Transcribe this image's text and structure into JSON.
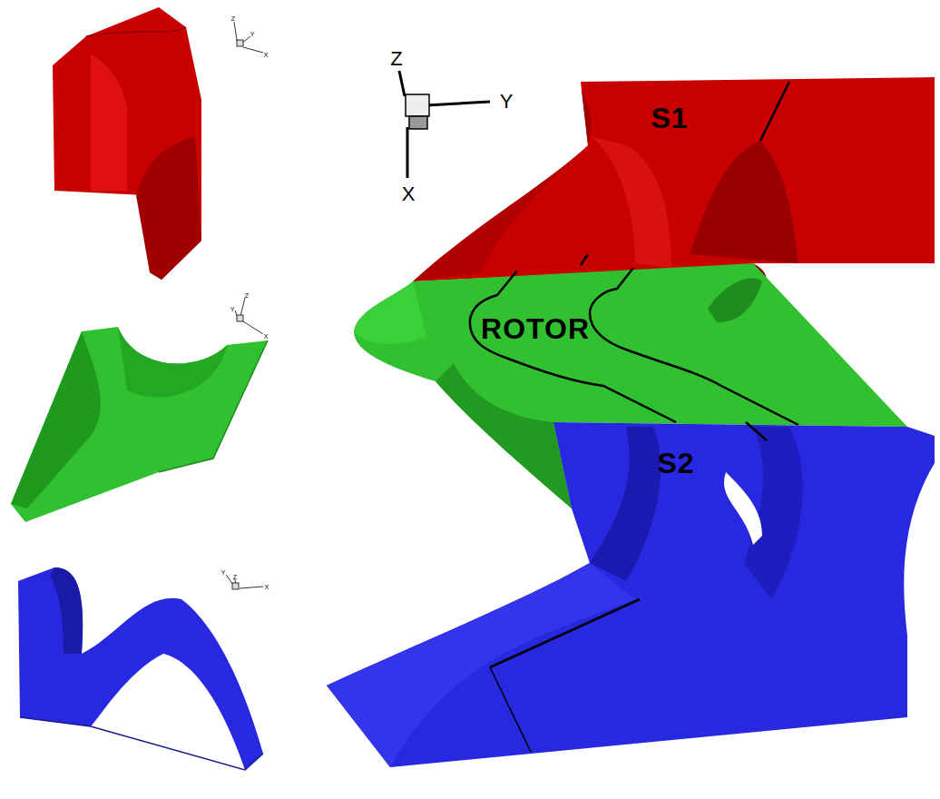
{
  "diagram": {
    "nodes": [
      {
        "text": [
          "S1"
        ]
      },
      {
        "text": [
          "ROTOR"
        ]
      },
      {
        "text": [
          "S2"
        ]
      }
    ],
    "labels": [
      "Z",
      "Y",
      "X",
      "Z",
      "Y",
      "X",
      "Y",
      "Z",
      "X",
      "Y",
      "Z",
      "X"
    ]
  }
}
